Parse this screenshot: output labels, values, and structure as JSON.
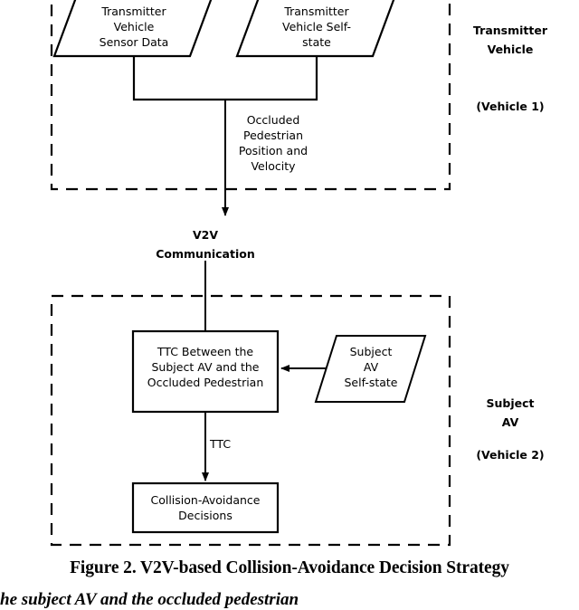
{
  "figure": {
    "caption": "Figure 2. V2V-based Collision-Avoidance Decision Strategy",
    "continued_text": "he subject AV and the occluded pedestrian"
  },
  "diagram": {
    "type": "flowchart",
    "stroke_color": "#000000",
    "background_color": "#ffffff",
    "groups": [
      {
        "id": "transmitter-vehicle-group",
        "label": "Transmitter\nVehicle",
        "sublabel": "(Vehicle 1)",
        "border_style": "dashed"
      },
      {
        "id": "subject-av-group",
        "label": "Subject\nAV",
        "sublabel": "(Vehicle 2)",
        "border_style": "dashed"
      }
    ],
    "nodes": [
      {
        "id": "transmitter-vehicle-sensor-data",
        "shape": "parallelogram",
        "text": "Transmitter\nVehicle\nSensor Data"
      },
      {
        "id": "transmitter-vehicle-self-state",
        "shape": "parallelogram",
        "text": "Transmitter\nVehicle Self-\nstate"
      },
      {
        "id": "ttc-between-subject-av-and-occluded-pedestrian",
        "shape": "rectangle",
        "text": "TTC Between the\nSubject AV and the\nOccluded Pedestrian"
      },
      {
        "id": "subject-av-self-state",
        "shape": "parallelogram",
        "text": "Subject\nAV\nSelf-state"
      },
      {
        "id": "collision-avoidance-decisions",
        "shape": "rectangle",
        "text": "Collision-Avoidance\nDecisions"
      }
    ],
    "edge_labels": [
      {
        "id": "occluded-pedestrian-data-label",
        "text": "Occluded\nPedestrian\nPosition and\nVelocity"
      },
      {
        "id": "v2v-communication-label",
        "text": "V2V\nCommunication",
        "bold": true
      },
      {
        "id": "ttc-edge-label",
        "text": "TTC"
      }
    ]
  }
}
